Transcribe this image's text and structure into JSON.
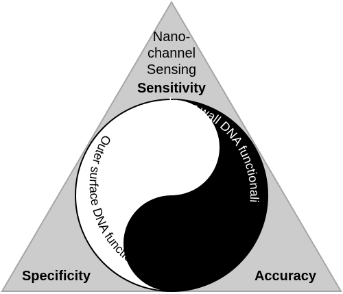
{
  "colors": {
    "triangle_fill": "#cccccc",
    "triangle_stroke": "#a6a6a6",
    "yin_dark": "#000000",
    "yang_light": "#ffffff"
  },
  "top_vertex": {
    "lines": [
      "Nano-",
      "channel",
      "Sensing"
    ],
    "emphasis": "Sensitivity"
  },
  "corners": {
    "left": "Specificity",
    "right": "Accuracy"
  },
  "symbol": {
    "dark_half_text": "Inner wall DNA functionalization",
    "light_half_text": "Outer surface DNA functionalization"
  }
}
